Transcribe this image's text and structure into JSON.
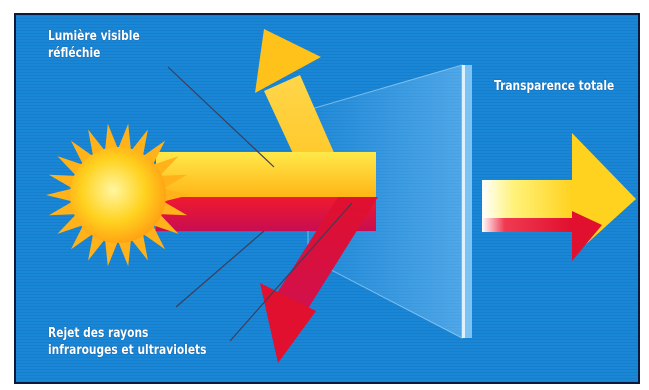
{
  "labels": {
    "reflected_line1": "Lumière visible",
    "reflected_line2": "réfléchie",
    "transparency": "Transparence totale",
    "rejected_line1": "Rejet des rayons",
    "rejected_line2": "infrarouges et ultraviolets"
  },
  "colors": {
    "background": "#1a86d6",
    "visible_light": "#ffc21a",
    "infrared_uv": "#e0102e",
    "sun": "#ffd21f",
    "glass": "#8fd0ff"
  },
  "icons": {
    "sun": "sun-icon",
    "glass": "glass-pane-icon"
  }
}
